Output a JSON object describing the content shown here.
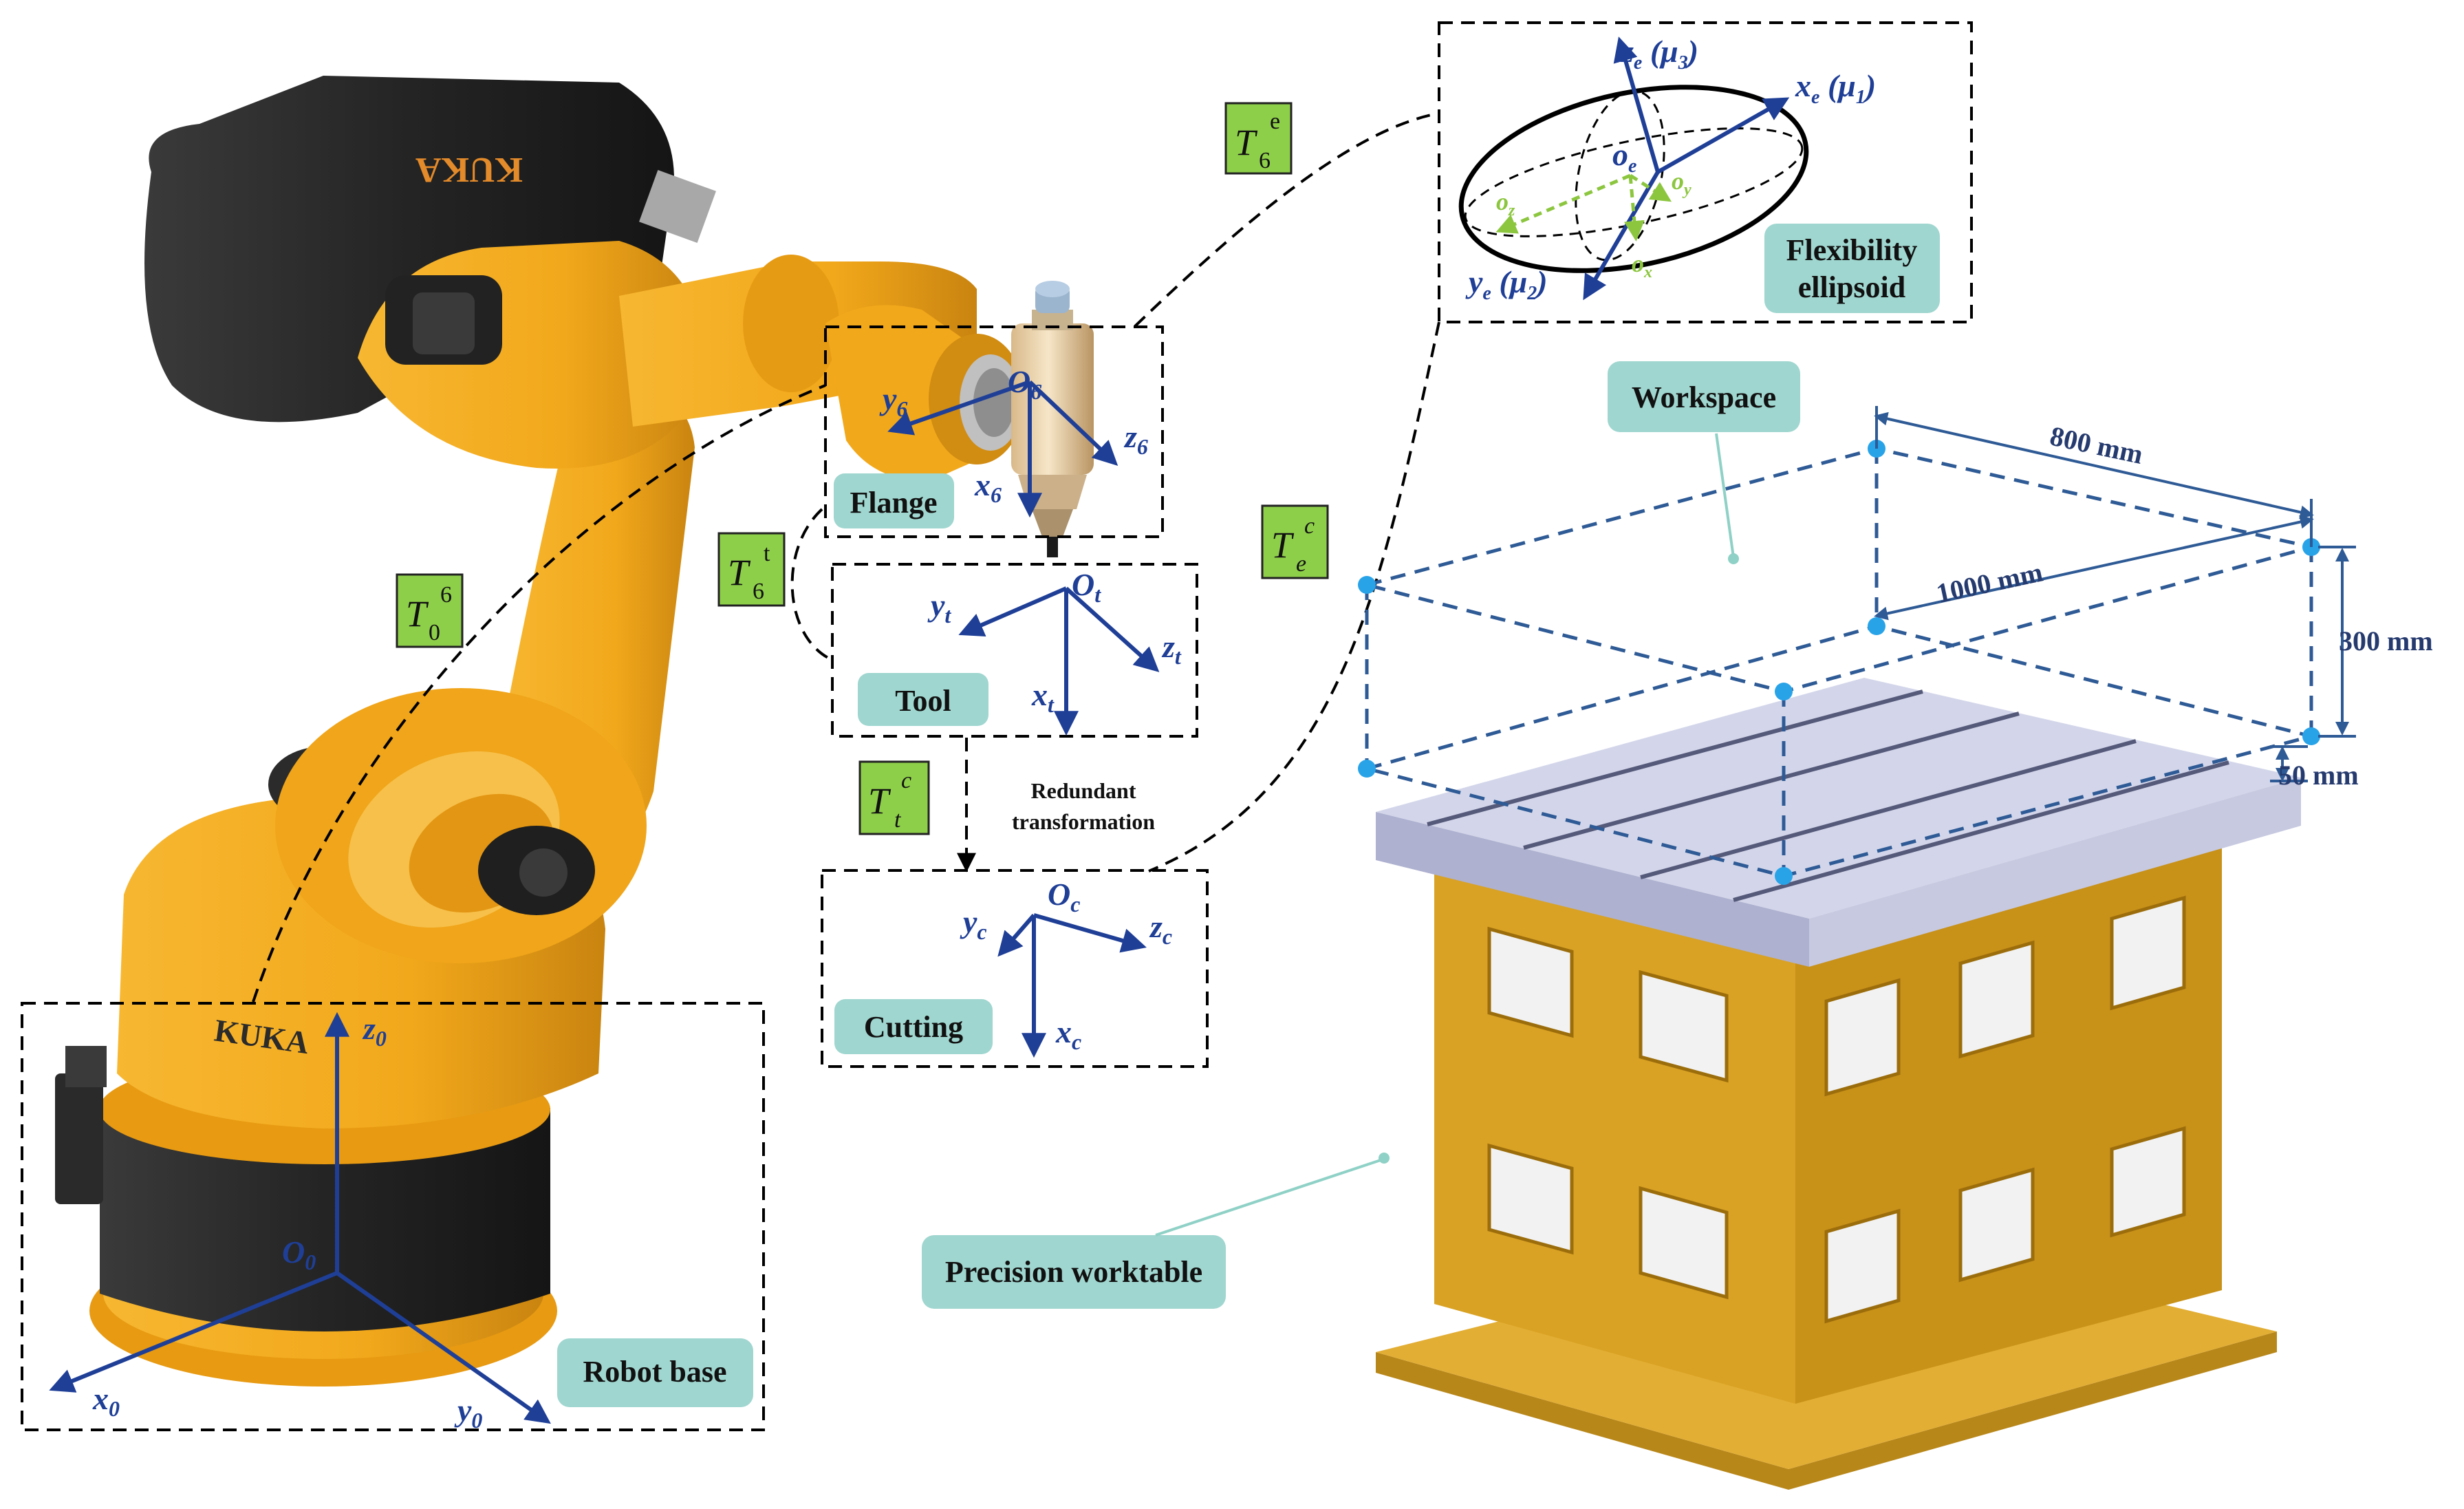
{
  "labels": {
    "flange": "Flange",
    "tool": "Tool",
    "cutting": "Cutting",
    "robot_base": "Robot base",
    "flexibility_1": "Flexibility",
    "flexibility_2": "ellipsoid",
    "workspace": "Workspace",
    "precision_worktable": "Precision worktable",
    "redundant_1": "Redundant",
    "redundant_2": "transformation",
    "robot_brand": "KUKA"
  },
  "transforms": {
    "T06": {
      "base": "T",
      "sub": "0",
      "sup": "6"
    },
    "T6t": {
      "base": "T",
      "sub": "6",
      "sup": "t"
    },
    "Ttc": {
      "base": "T",
      "sub": "t",
      "sup": "c"
    },
    "T6e": {
      "base": "T",
      "sub": "6",
      "sup": "e"
    },
    "Tec": {
      "base": "T",
      "sub": "e",
      "sup": "c"
    }
  },
  "frames": {
    "flange": {
      "origin": "O",
      "origin_sub": "6",
      "x": "x",
      "x_sub": "6",
      "y": "y",
      "y_sub": "6",
      "z": "z",
      "z_sub": "6"
    },
    "tool": {
      "origin": "O",
      "origin_sub": "t",
      "x": "x",
      "x_sub": "t",
      "y": "y",
      "y_sub": "t",
      "z": "z",
      "z_sub": "t"
    },
    "cutting": {
      "origin": "O",
      "origin_sub": "c",
      "x": "x",
      "x_sub": "c",
      "y": "y",
      "y_sub": "c",
      "z": "z",
      "z_sub": "c"
    },
    "base": {
      "origin": "O",
      "origin_sub": "0",
      "x": "x",
      "x_sub": "0",
      "y": "y",
      "y_sub": "0",
      "z": "z",
      "z_sub": "0"
    },
    "ellipsoid": {
      "origin": "o",
      "origin_sub": "e",
      "x": "x",
      "x_sub": "e",
      "x_mu": "μ",
      "x_mu_sub": "1",
      "y": "y",
      "y_sub": "e",
      "y_mu": "μ",
      "y_mu_sub": "2",
      "z": "z",
      "z_sub": "e",
      "z_mu": "μ",
      "z_mu_sub": "3",
      "ox": "o",
      "ox_sub": "x",
      "oy": "o",
      "oy_sub": "y",
      "oz": "o",
      "oz_sub": "z"
    }
  },
  "dimensions": {
    "width": "800 mm",
    "length": "1000 mm",
    "height": "300 mm",
    "offset": "50 mm"
  },
  "colors": {
    "axis_blue": "#1f3f97",
    "axis_green": "#8cc63f",
    "label_teal": "#9fd6cf",
    "transform_green": "#8ecf4a",
    "robot_orange": "#f2a81b",
    "robot_dark": "#2b2b2b",
    "table_orange": "#d9a224",
    "table_top": "#c8cbe2",
    "dim_blue": "#2e5a95",
    "point_blue": "#29a3e8"
  }
}
